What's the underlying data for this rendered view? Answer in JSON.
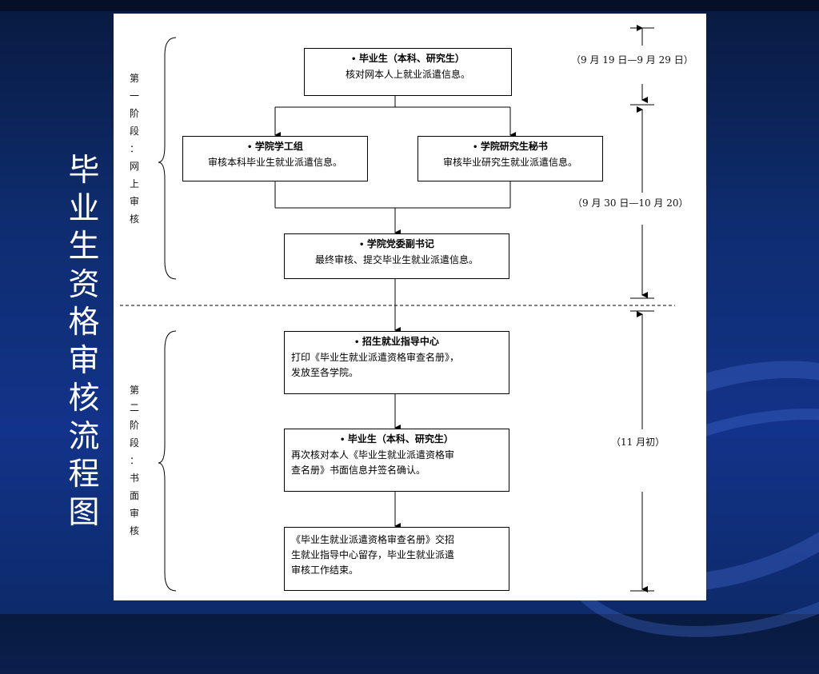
{
  "slide": {
    "title_chars": [
      "毕",
      "业",
      "生",
      "资",
      "格",
      "审",
      "核",
      "流",
      "程",
      "图"
    ]
  },
  "stages": [
    {
      "label_chars": [
        "第",
        "一",
        "阶",
        "段",
        "：",
        "网",
        "上",
        "审",
        "核"
      ]
    },
    {
      "label_chars": [
        "第",
        "二",
        "阶",
        "段",
        "：",
        "书",
        "面",
        "审",
        "核"
      ]
    }
  ],
  "nodes": {
    "graduate_check": {
      "title": "毕业生（本科、研究生）",
      "body": "核对网本人上就业派遣信息。"
    },
    "student_work_group": {
      "title": "学院学工组",
      "body": "审核本科毕业生就业派遣信息。"
    },
    "grad_secretary": {
      "title": "学院研究生秘书",
      "body": "审核毕业研究生就业派遣信息。"
    },
    "deputy_secretary": {
      "title": "学院党委副书记",
      "body": "最终审核、提交毕业生就业派遣信息。"
    },
    "employment_center": {
      "title": "招生就业指导中心",
      "body1": "打印《毕业生就业派遣资格审查名册》，",
      "body2": "发放至各学院。"
    },
    "graduate_recheck": {
      "title": "毕业生（本科、研究生）",
      "body1": "再次核对本人《毕业生就业派遣资格审",
      "body2": "查名册》书面信息并签名确认。"
    },
    "final": {
      "body1": "《毕业生就业派遣资格审查名册》交招",
      "body2": "生就业指导中心留存，毕业生就业派遣",
      "body3": "审核工作结束。"
    }
  },
  "timeline": {
    "d1": "（9 月 19 日—9 月 29 日）",
    "d2": "（9 月 30 日—10 月 20）",
    "d3": "（11 月初）"
  }
}
